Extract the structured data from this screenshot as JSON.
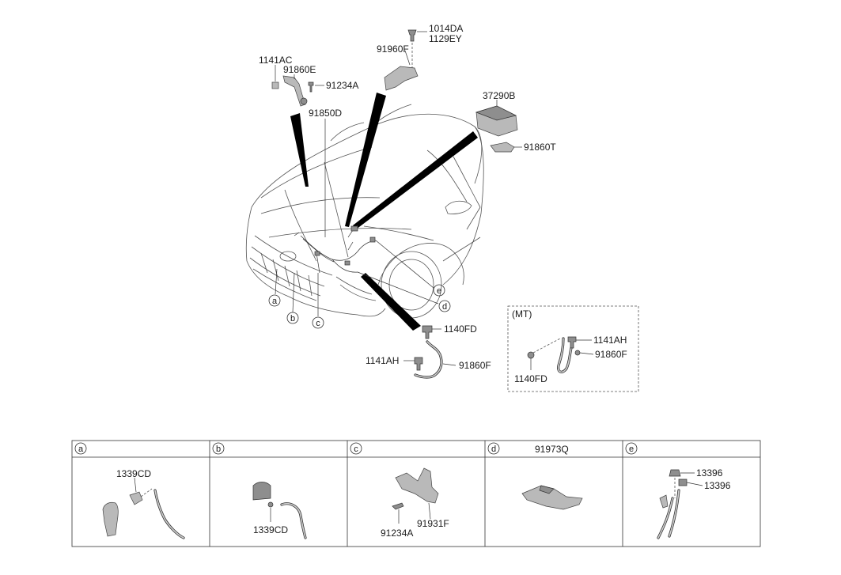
{
  "callouts": {
    "p1141AC": "1141AC",
    "p91860E": "91860E",
    "p91234A_top": "91234A",
    "p91850D": "91850D",
    "p1014DA": "1014DA",
    "p1129EY": "1129EY",
    "p91960F": "91960F",
    "p37290B": "37290B",
    "p91860T": "91860T",
    "p1140FD": "1140FD",
    "p1141AH": "1141AH",
    "p91860F": "91860F"
  },
  "mt_box": {
    "title": "(MT)",
    "p1141AH": "1141AH",
    "p91860F": "91860F",
    "p1140FD": "1140FD"
  },
  "location_markers": [
    "a",
    "b",
    "c",
    "d",
    "e"
  ],
  "detail_table": {
    "cells": [
      {
        "letter": "a",
        "heading": "",
        "parts": [
          "1339CD"
        ]
      },
      {
        "letter": "b",
        "heading": "",
        "parts": [
          "1339CD"
        ]
      },
      {
        "letter": "c",
        "heading": "",
        "parts": [
          "91234A",
          "91931F"
        ]
      },
      {
        "letter": "d",
        "heading": "91973Q",
        "parts": []
      },
      {
        "letter": "e",
        "heading": "",
        "parts": [
          "13396",
          "13396"
        ]
      }
    ]
  }
}
